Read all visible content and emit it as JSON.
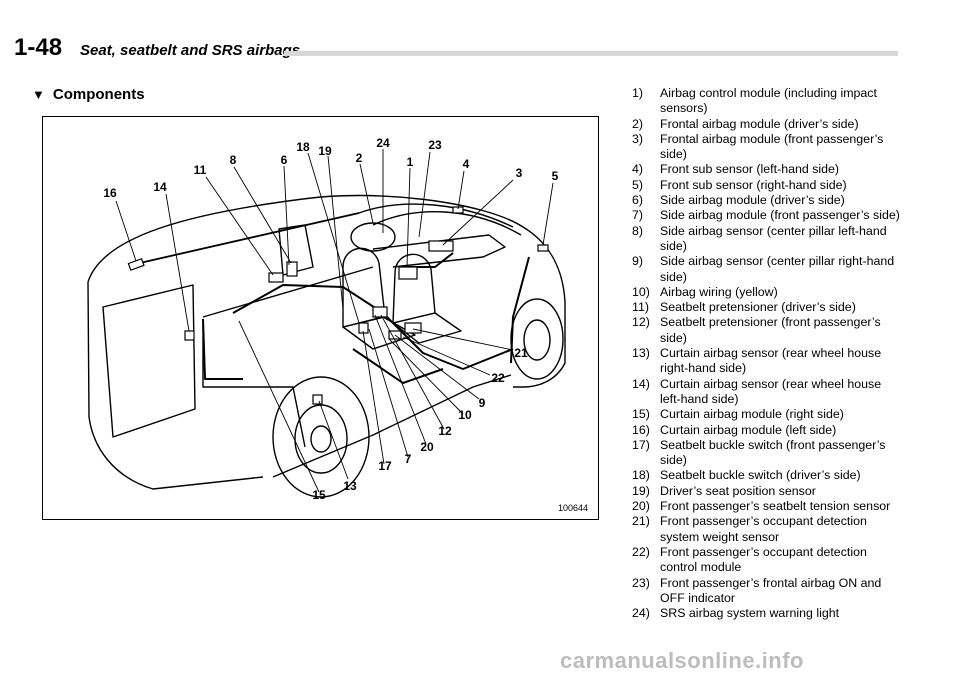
{
  "header": {
    "page_number": "1-48",
    "section_title": "Seat, seatbelt and SRS airbags"
  },
  "heading": {
    "marker": "▼",
    "text": "Components"
  },
  "figure": {
    "id": "100644",
    "callouts": [
      "16",
      "14",
      "11",
      "8",
      "6",
      "18",
      "19",
      "2",
      "24",
      "1",
      "23",
      "4",
      "3",
      "5",
      "21",
      "22",
      "9",
      "10",
      "12",
      "20",
      "7",
      "17",
      "13",
      "15"
    ]
  },
  "legend": [
    {
      "num": "1)",
      "text": "Airbag control module (including impact sensors)"
    },
    {
      "num": "2)",
      "text": "Frontal airbag module (driver’s side)"
    },
    {
      "num": "3)",
      "text": "Frontal airbag module (front passenger’s side)"
    },
    {
      "num": "4)",
      "text": "Front sub sensor (left-hand side)"
    },
    {
      "num": "5)",
      "text": "Front sub sensor (right-hand side)"
    },
    {
      "num": "6)",
      "text": "Side airbag module (driver’s side)"
    },
    {
      "num": "7)",
      "text": "Side airbag module (front passenger’s side)"
    },
    {
      "num": "8)",
      "text": "Side airbag sensor (center pillar left-hand side)"
    },
    {
      "num": "9)",
      "text": "Side airbag sensor (center pillar right-hand side)"
    },
    {
      "num": "10)",
      "text": "Airbag wiring (yellow)"
    },
    {
      "num": "11)",
      "text": "Seatbelt pretensioner (driver’s side)"
    },
    {
      "num": "12)",
      "text": "Seatbelt pretensioner (front passenger’s side)"
    },
    {
      "num": "13)",
      "text": "Curtain airbag sensor (rear wheel house right-hand side)"
    },
    {
      "num": "14)",
      "text": "Curtain airbag sensor (rear wheel house left-hand side)"
    },
    {
      "num": "15)",
      "text": "Curtain airbag module (right side)"
    },
    {
      "num": "16)",
      "text": "Curtain airbag module (left side)"
    },
    {
      "num": "17)",
      "text": "Seatbelt buckle switch (front passenger’s side)"
    },
    {
      "num": "18)",
      "text": "Seatbelt buckle switch (driver’s side)"
    },
    {
      "num": "19)",
      "text": "Driver’s seat position sensor"
    },
    {
      "num": "20)",
      "text": "Front passenger’s seatbelt tension sensor"
    },
    {
      "num": "21)",
      "text": "Front passenger’s occupant detection system weight sensor"
    },
    {
      "num": "22)",
      "text": "Front passenger’s occupant detection control module"
    },
    {
      "num": "23)",
      "text": "Front passenger’s frontal airbag ON and OFF indicator"
    },
    {
      "num": "24)",
      "text": "SRS airbag system warning light"
    }
  ],
  "footer": {
    "watermark": "carmanualsonline.info"
  }
}
